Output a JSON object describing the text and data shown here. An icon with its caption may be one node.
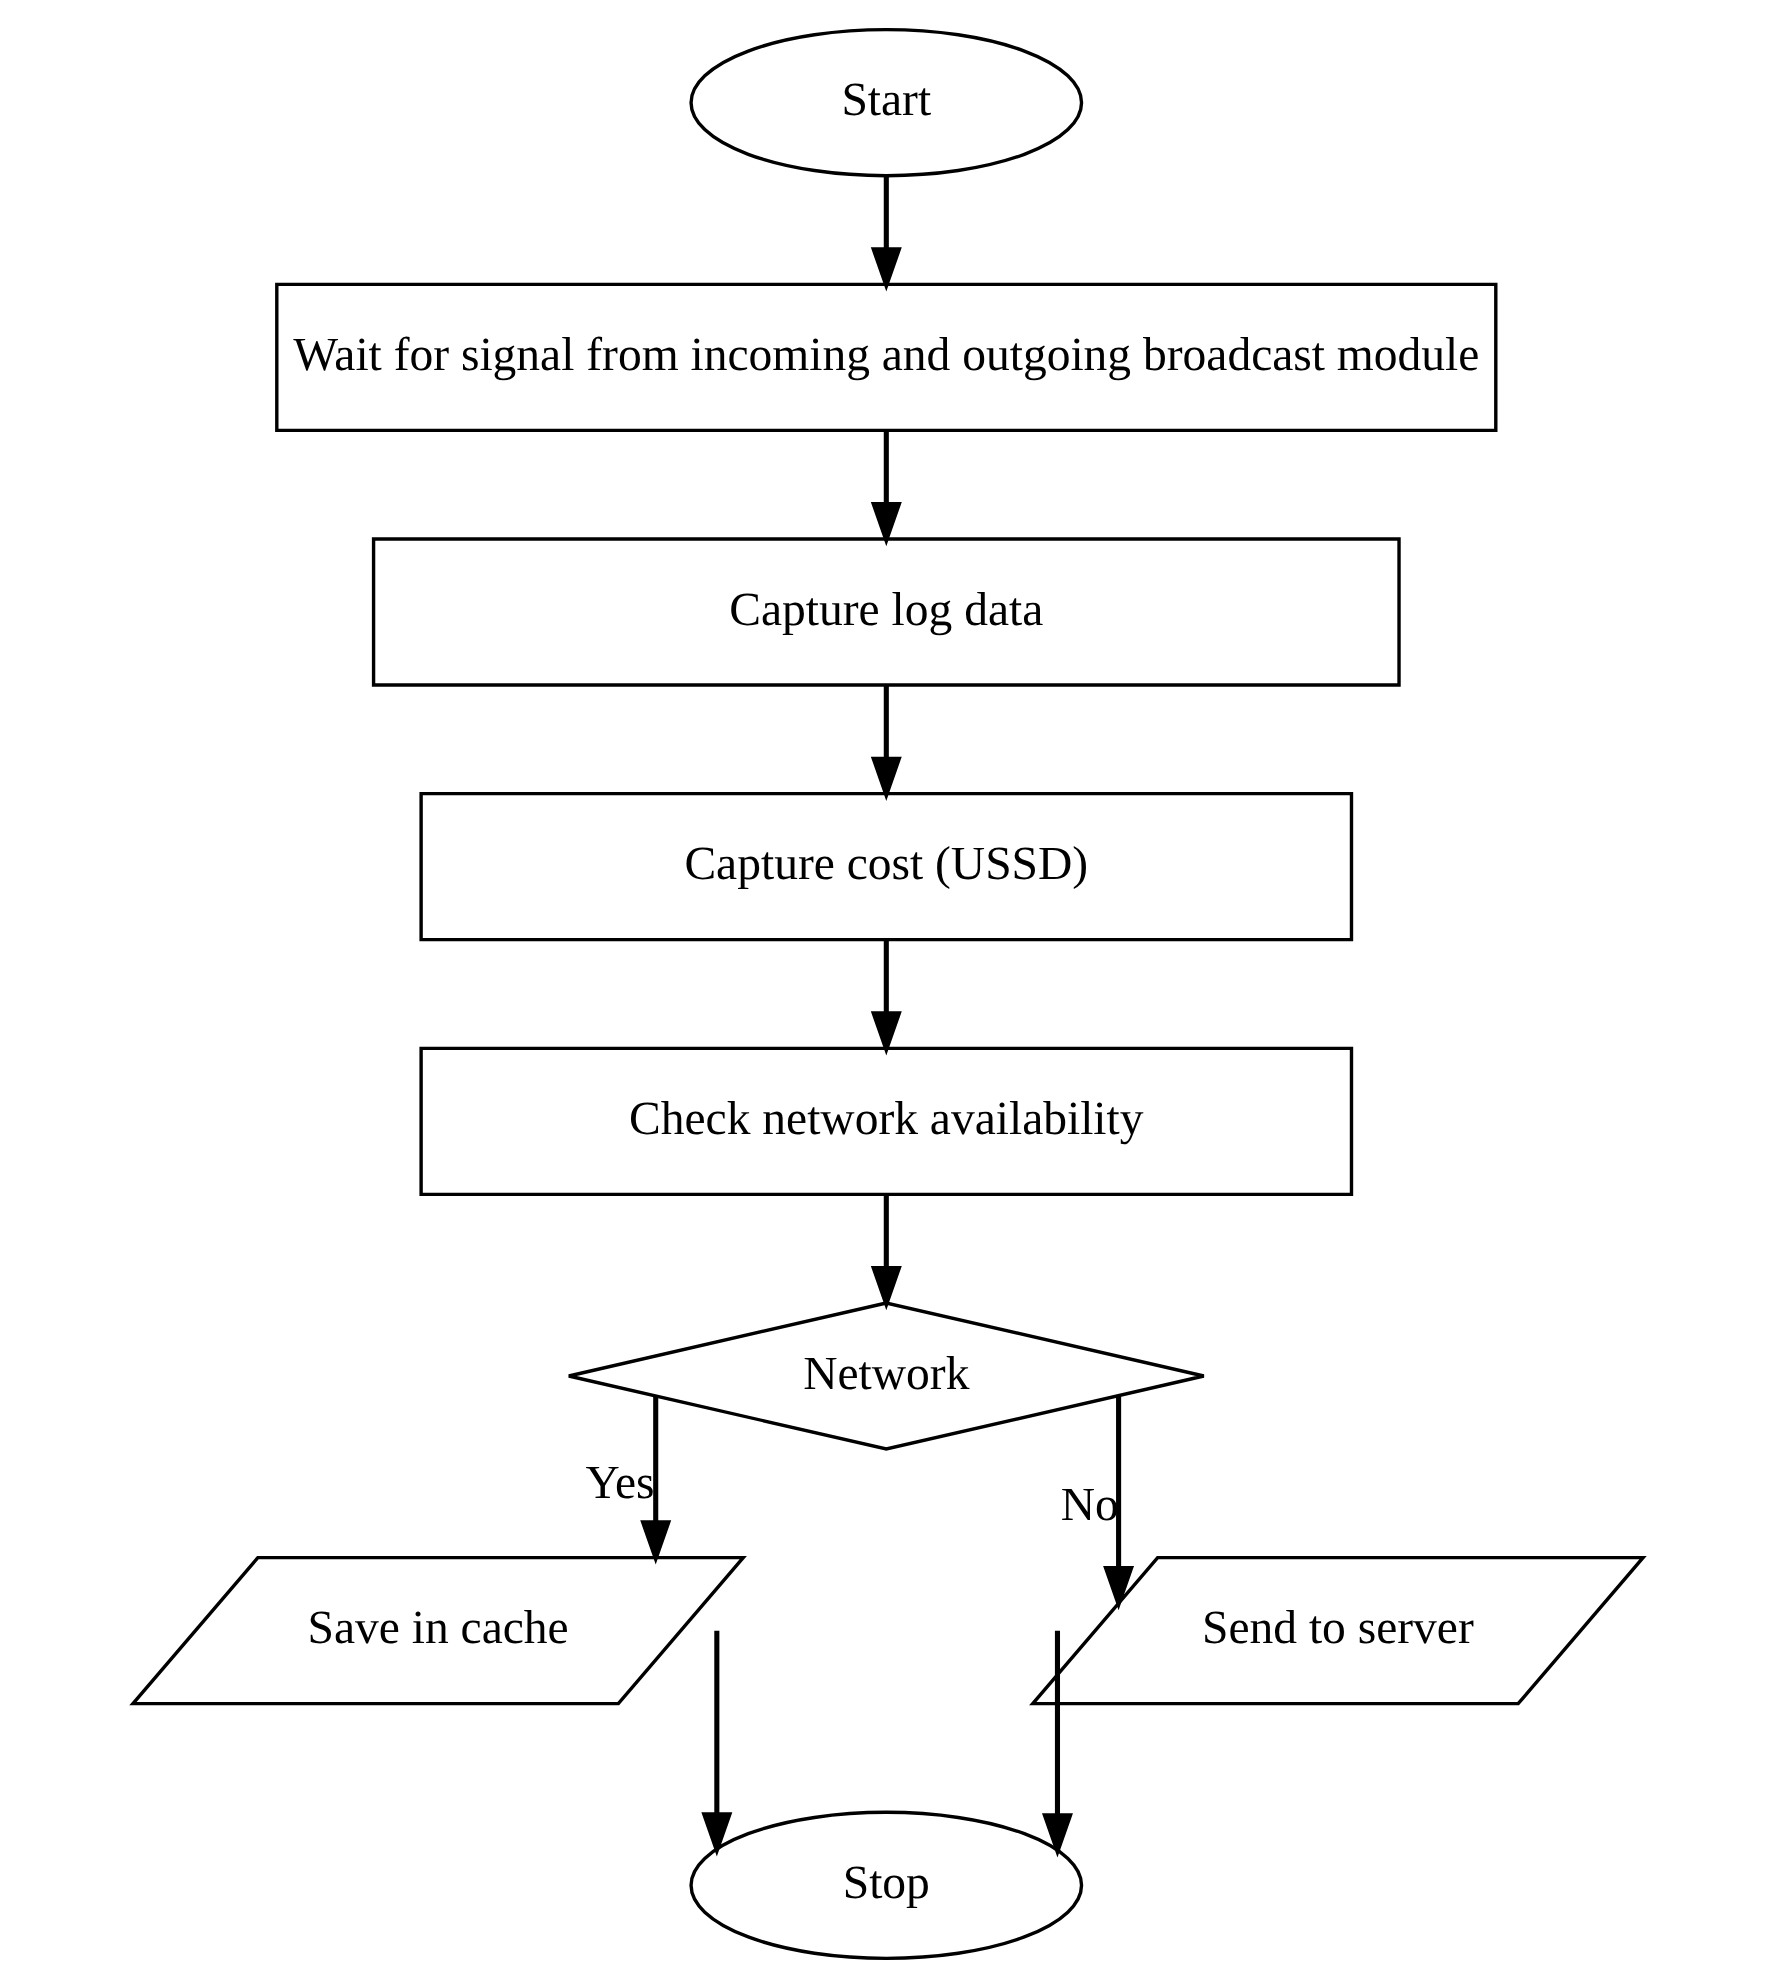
{
  "diagram": {
    "nodes": [
      {
        "text": [
          "Start"
        ]
      },
      {
        "text": [
          "Wait for signal from incoming and outgoing broadcast module"
        ]
      },
      {
        "text": [
          "Capture log data"
        ]
      },
      {
        "text": [
          "Capture cost (USSD)"
        ]
      },
      {
        "text": [
          "Check network availability"
        ]
      },
      {
        "text": [
          "Network"
        ]
      },
      {
        "text": [
          "Save in cache"
        ]
      },
      {
        "text": [
          "Send to server"
        ]
      },
      {
        "text": [
          "Stop"
        ]
      }
    ],
    "edges": [
      {
        "from": 0,
        "to": 1,
        "arrow": "to"
      },
      {
        "from": 1,
        "to": 2,
        "arrow": "to"
      },
      {
        "from": 2,
        "to": 3,
        "arrow": "to"
      },
      {
        "from": 3,
        "to": 4,
        "arrow": "to"
      },
      {
        "from": 4,
        "to": 5,
        "arrow": "to"
      },
      {
        "from": 5,
        "to": 6,
        "arrow": "to",
        "label": "Yes"
      },
      {
        "from": 5,
        "to": 7,
        "arrow": "to",
        "label": "No"
      },
      {
        "from": 6,
        "to": 8,
        "arrow": "to"
      },
      {
        "from": 7,
        "to": 8,
        "arrow": "to"
      }
    ]
  }
}
